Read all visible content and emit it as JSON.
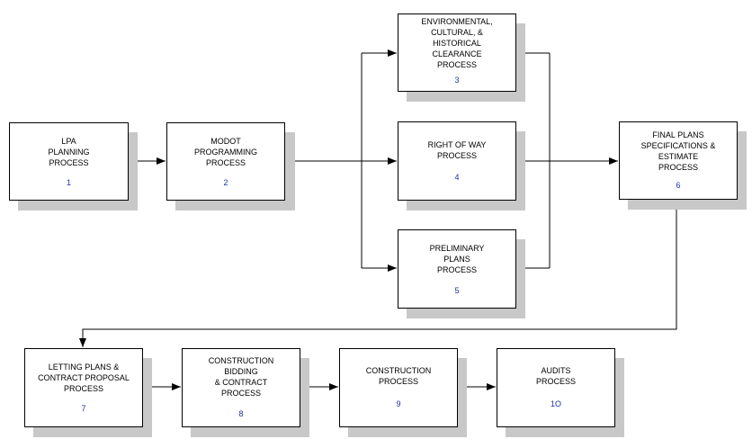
{
  "diagram": {
    "steps": [
      {
        "id": "lpa-planning",
        "label": "LPA\nPLANNING\nPROCESS",
        "number": "1"
      },
      {
        "id": "modot-programming",
        "label": "MODOT\nPROGRAMMING\nPROCESS",
        "number": "2"
      },
      {
        "id": "environmental-clearance",
        "label": "ENVIRONMENTAL,\nCULTURAL, &\nHISTORICAL\nCLEARANCE\nPROCESS",
        "number": "3"
      },
      {
        "id": "right-of-way",
        "label": "RIGHT OF WAY\nPROCESS",
        "number": "4"
      },
      {
        "id": "preliminary-plans",
        "label": "PRELIMINARY\nPLANS\nPROCESS",
        "number": "5"
      },
      {
        "id": "final-plans",
        "label": "FINAL PLANS\nSPECIFICATIONS &\nESTIMATE\nPROCESS",
        "number": "6"
      },
      {
        "id": "letting-plans",
        "label": "LETTING PLANS &\nCONTRACT PROPOSAL\nPROCESS",
        "number": "7"
      },
      {
        "id": "construction-bidding",
        "label": "CONSTRUCTION\nBIDDING\n& CONTRACT\nPROCESS",
        "number": "8"
      },
      {
        "id": "construction",
        "label": "CONSTRUCTION\nPROCESS",
        "number": "9"
      },
      {
        "id": "audits",
        "label": "AUDITS\nPROCESS",
        "number": "1O"
      }
    ],
    "colors": {
      "line": "#000000",
      "shadow": "#c8c8c8",
      "number": "#1f2fa8"
    }
  }
}
